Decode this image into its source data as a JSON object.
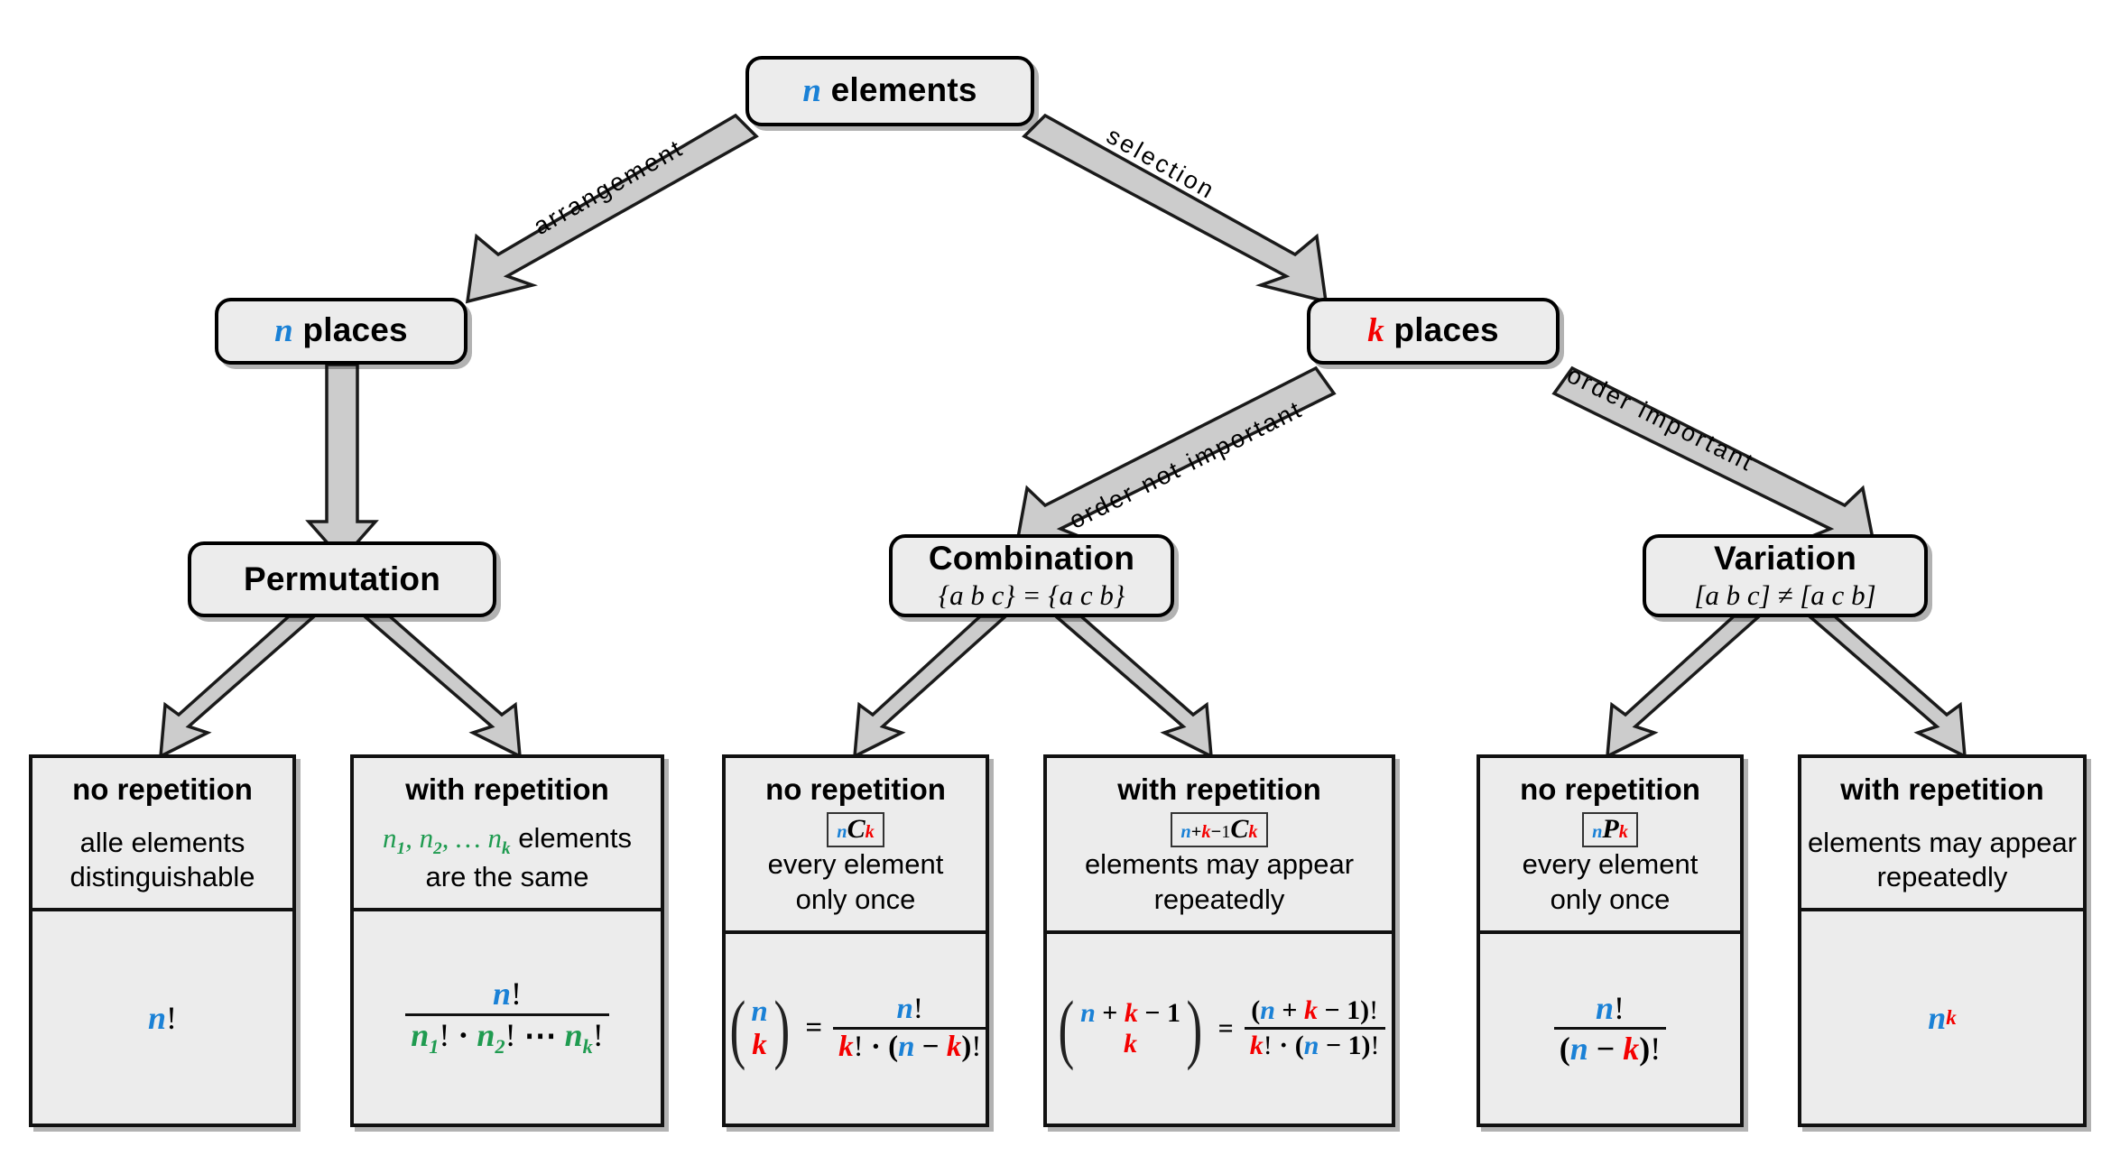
{
  "diagram": {
    "title": "Combinatorics overview",
    "colors": {
      "n_color": "#1a81d6",
      "k_color": "#f40000",
      "ni_color": "#1f9b50",
      "node_fill": "#ececec",
      "node_border": "#000000",
      "arrow_fill": "#cccccc"
    },
    "root": {
      "label_var": "n",
      "label_text": "elements"
    },
    "level2": [
      {
        "label_var": "n",
        "label_text": "places"
      },
      {
        "label_var": "k",
        "label_text": "places"
      }
    ],
    "level3": [
      {
        "title": "Permutation",
        "sub": ""
      },
      {
        "title": "Combination",
        "sub": "{a b c} = {a c b}"
      },
      {
        "title": "Variation",
        "sub": "[a b c] ≠ [a c b]"
      }
    ],
    "edge_labels": [
      "arrangement",
      "selection",
      "order not important",
      "order important"
    ],
    "leaves": [
      {
        "head": "no repetition",
        "notation": "",
        "desc_line1": "alle elements",
        "desc_line2": "distinguishable",
        "formula": "n!"
      },
      {
        "head": "with repetition",
        "notation": "",
        "desc_line1": "n1, n2, ... nk elements",
        "desc_line2": "are the same",
        "formula": "n! / (n1! · n2! ··· nk!)"
      },
      {
        "head": "no repetition",
        "notation": "nCk",
        "desc_line1": "every element",
        "desc_line2": "only once",
        "formula": "(n over k) = n! / (k! · (n − k)!)"
      },
      {
        "head": "with repetition",
        "notation": "n+k-1Ck",
        "desc_line1": "elements may appear",
        "desc_line2": "repeatedly",
        "formula": "(n + k − 1 over k) = (n + k − 1)! / (k! · (n − 1)!)"
      },
      {
        "head": "no repetition",
        "notation": "nPk",
        "desc_line1": "every element",
        "desc_line2": "only once",
        "formula": "n! / (n − k)!"
      },
      {
        "head": "with repetition",
        "notation": "",
        "desc_line1": "elements may appear",
        "desc_line2": "repeatedly",
        "formula": "n^k"
      }
    ]
  }
}
